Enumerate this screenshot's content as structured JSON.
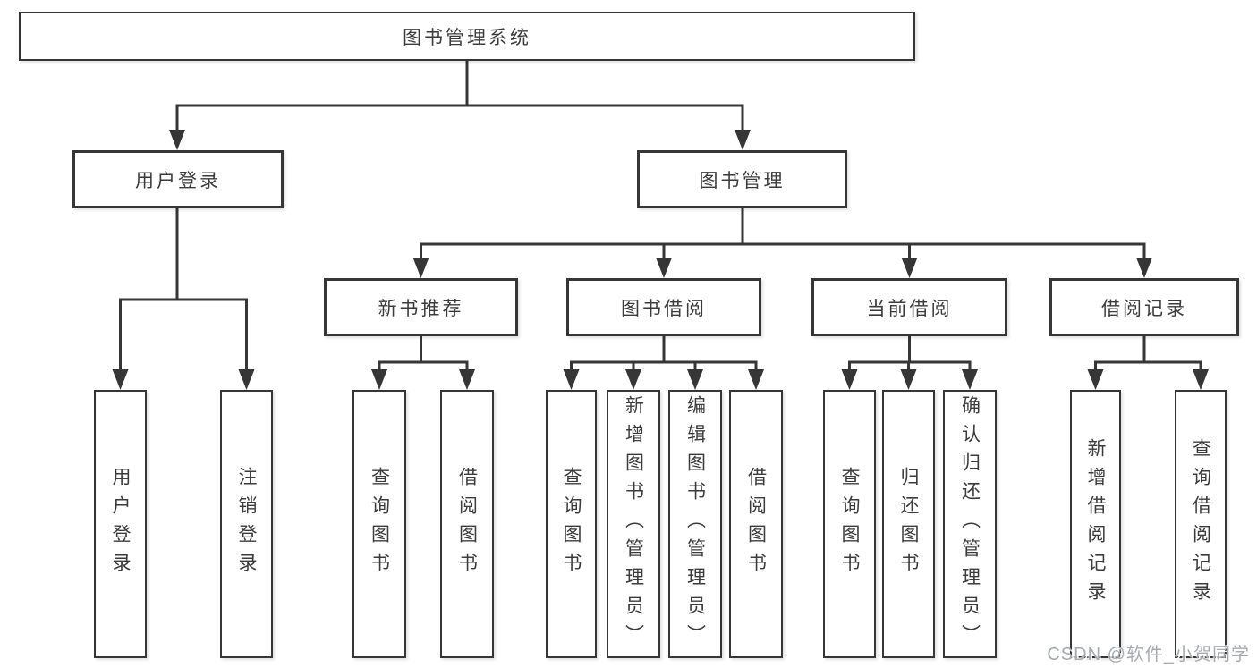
{
  "tree": {
    "root": "图书管理系统",
    "branches": [
      {
        "label": "用户登录",
        "leaves": [
          {
            "label": "用户登录"
          },
          {
            "label": "注销登录"
          }
        ]
      },
      {
        "label": "图书管理",
        "groups": [
          {
            "label": "新书推荐",
            "leaves": [
              {
                "label": "查询图书"
              },
              {
                "label": "借阅图书"
              }
            ]
          },
          {
            "label": "图书借阅",
            "leaves": [
              {
                "label": "查询图书"
              },
              {
                "label": "新增图书（管理员）"
              },
              {
                "label": "编辑图书（管理员）"
              },
              {
                "label": "借阅图书"
              }
            ]
          },
          {
            "label": "当前借阅",
            "leaves": [
              {
                "label": "查询图书"
              },
              {
                "label": "归还图书"
              },
              {
                "label": "确认归还（管理员）"
              }
            ]
          },
          {
            "label": "借阅记录",
            "leaves": [
              {
                "label": "新增借阅记录"
              },
              {
                "label": "查询借阅记录"
              }
            ]
          }
        ]
      }
    ]
  },
  "watermark": {
    "text": "CSDN @软件_小贺同学"
  },
  "colors": {
    "line": "#363636",
    "box_border": "#363636",
    "text": "#3b3b3b",
    "watermark": "#a7abb0",
    "background": "#ffffff"
  }
}
